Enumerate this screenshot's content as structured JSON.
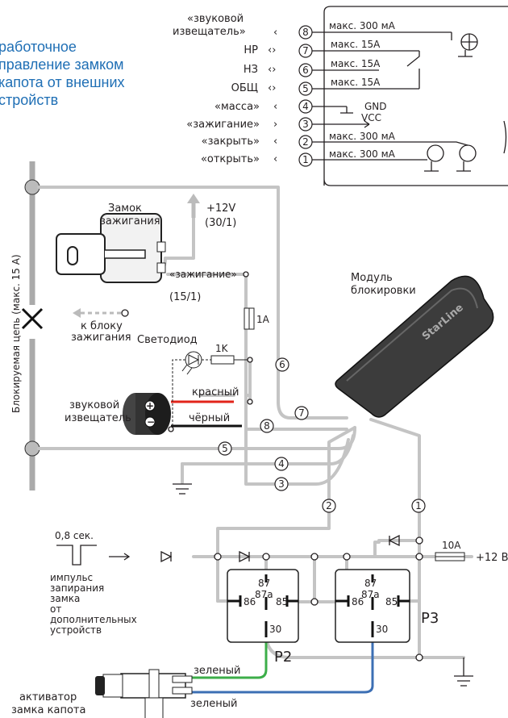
{
  "header": {
    "title_lines": [
      "работочное",
      "правление замком",
      "капота от внешних",
      "стройств"
    ]
  },
  "connector_pins": [
    {
      "num": "8",
      "label": "«звуковой извещатель»",
      "rating": "макс. 300 мА"
    },
    {
      "num": "7",
      "label": "НР",
      "rating": "макс. 15А"
    },
    {
      "num": "6",
      "label": "НЗ",
      "rating": "макс. 15А"
    },
    {
      "num": "5",
      "label": "ОБЩ",
      "rating": "макс. 15А"
    },
    {
      "num": "4",
      "label": "«масса»",
      "rating": "GND"
    },
    {
      "num": "3",
      "label": "«зажигание»",
      "rating": "VCC"
    },
    {
      "num": "2",
      "label": "«закрыть»",
      "rating": "макс. 300 мА"
    },
    {
      "num": "1",
      "label": "«открыть»",
      "rating": "макс. 300 мА"
    }
  ],
  "pin8_label_lines": [
    "«звуковой",
    "извещатель»"
  ],
  "labels": {
    "blocked_circuit": "Блокируемая цепь (макс. 15 А)",
    "ignition_lock": [
      "Замок",
      "зажигания"
    ],
    "plus12v": "+12V",
    "term30": "(30/1)",
    "ignition": "«зажигание»",
    "term15": "(15/1)",
    "to_ignition_block": [
      "к блоку",
      "зажигания"
    ],
    "led": "Светодиод",
    "resistor": "1K",
    "fuse1": "1A",
    "red": "красный",
    "black": "чёрный",
    "buzzer": [
      "звуковой",
      "извещатель"
    ],
    "module": [
      "Модуль",
      "блокировки"
    ],
    "brand": "StarLine",
    "pulse_time": "0,8 сек.",
    "pulse_desc": [
      "импульс",
      "запирания",
      "замка",
      "от",
      "дополнительных",
      "устройств"
    ],
    "fuse2": "10A",
    "plus12v_b": "+12 В",
    "relay_p2": "Р2",
    "relay_p3": "Р3",
    "green": "зеленый",
    "green2": "зеленый",
    "actuator": [
      "активатор",
      "замка  капота"
    ]
  },
  "relay_pins": {
    "p87": "87",
    "p87a": "87a",
    "p85": "85",
    "p86": "86",
    "p30": "30"
  },
  "wire_numbers": [
    "1",
    "2",
    "3",
    "4",
    "5",
    "6",
    "7",
    "8"
  ],
  "colors": {
    "wire": "#c4c4c4",
    "green": "#3cae49",
    "blue": "#3c6fb4",
    "red": "#e2231a",
    "title": "#1f6fb5"
  }
}
